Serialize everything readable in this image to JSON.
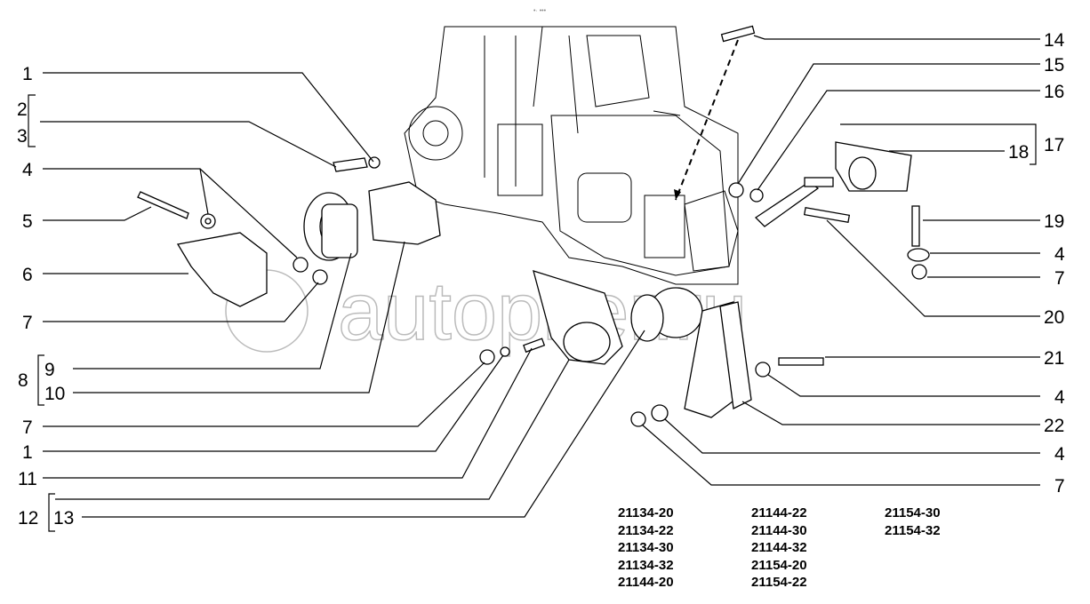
{
  "header_mark": "•· •••",
  "watermark": "autopiter.ru",
  "callouts_left": [
    {
      "id": "l1",
      "text": "1"
    },
    {
      "id": "l2",
      "text": "2"
    },
    {
      "id": "l3",
      "text": "3"
    },
    {
      "id": "l4",
      "text": "4"
    },
    {
      "id": "l5",
      "text": "5"
    },
    {
      "id": "l6",
      "text": "6"
    },
    {
      "id": "l7a",
      "text": "7"
    },
    {
      "id": "l8",
      "text": "8"
    },
    {
      "id": "l9",
      "text": "9"
    },
    {
      "id": "l10",
      "text": "10"
    },
    {
      "id": "l7b",
      "text": "7"
    },
    {
      "id": "l1b",
      "text": "1"
    },
    {
      "id": "l11",
      "text": "11"
    },
    {
      "id": "l12",
      "text": "12"
    },
    {
      "id": "l13",
      "text": "13"
    }
  ],
  "callouts_right": [
    {
      "id": "r14",
      "text": "14"
    },
    {
      "id": "r15",
      "text": "15"
    },
    {
      "id": "r16",
      "text": "16"
    },
    {
      "id": "r17",
      "text": "17"
    },
    {
      "id": "r18",
      "text": "18"
    },
    {
      "id": "r19",
      "text": "19"
    },
    {
      "id": "r4a",
      "text": "4"
    },
    {
      "id": "r7a",
      "text": "7"
    },
    {
      "id": "r20",
      "text": "20"
    },
    {
      "id": "r21",
      "text": "21"
    },
    {
      "id": "r4b",
      "text": "4"
    },
    {
      "id": "r22",
      "text": "22"
    },
    {
      "id": "r4c",
      "text": "4"
    },
    {
      "id": "r7b",
      "text": "7"
    }
  ],
  "models": [
    "21134-20",
    "21144-22",
    "21154-30",
    "21134-22",
    "21144-30",
    "21154-32",
    "21134-30",
    "21144-32",
    "",
    "21134-32",
    "21154-20",
    "",
    "21144-20",
    "21154-22",
    ""
  ]
}
